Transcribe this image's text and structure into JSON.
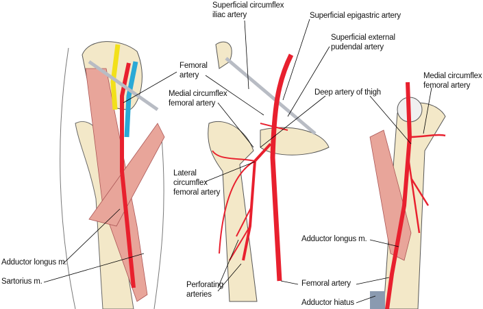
{
  "colors": {
    "artery": "#e8202e",
    "bone": "#f3e8c8",
    "muscle": "#e8a59a",
    "vein": "#2aa9d6",
    "nerve": "#f2e01a",
    "ligament": "#b8bcc4",
    "leader": "#000000"
  },
  "labels": {
    "sup_circ_iliac": [
      "Superficial circumflex",
      "iliac artery"
    ],
    "sup_epigastric": "Superficial epigastric artery",
    "sup_ext_pudendal": [
      "Superficial external",
      "pudendal artery"
    ],
    "femoral_1": [
      "Femoral",
      "artery"
    ],
    "medial_circ_1": [
      "Medial circumflex",
      "femoral artery"
    ],
    "deep_thigh": "Deep artery of thigh",
    "medial_circ_2": [
      "Medial circumflex",
      "femoral artery"
    ],
    "lateral_circ": [
      "Lateral",
      "circumflex",
      "femoral artery"
    ],
    "adductor_longus_1": "Adductor longus m.",
    "sartorius": "Sartorius m.",
    "perforating": [
      "Perforating",
      "arteries"
    ],
    "adductor_longus_2": "Adductor longus m.",
    "femoral_2": "Femoral artery",
    "adductor_hiatus": "Adductor hiatus"
  }
}
